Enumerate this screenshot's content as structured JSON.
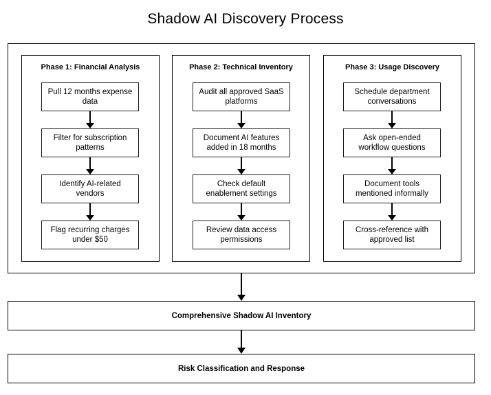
{
  "title": "Shadow AI Discovery Process",
  "phases": [
    {
      "header": "Phase 1: Financial Analysis",
      "steps": [
        "Pull 12 months expense data",
        "Filter for subscription patterns",
        "Identify AI-related vendors",
        "Flag recurring charges under $50"
      ]
    },
    {
      "header": "Phase 2: Technical Inventory",
      "steps": [
        "Audit all approved SaaS platforms",
        "Document AI features added in 18 months",
        "Check default enablement settings",
        "Review data access permissions"
      ]
    },
    {
      "header": "Phase 3: Usage Discovery",
      "steps": [
        "Schedule department conversations",
        "Ask open-ended workflow questions",
        "Document tools mentioned informally",
        "Cross-reference with approved list"
      ]
    }
  ],
  "outcomes": [
    "Comprehensive Shadow AI Inventory",
    "Risk Classification and Response"
  ],
  "colors": {
    "background": "#ffffff",
    "stroke": "#000000",
    "box_fill": "#ffffff",
    "text": "#000000"
  }
}
